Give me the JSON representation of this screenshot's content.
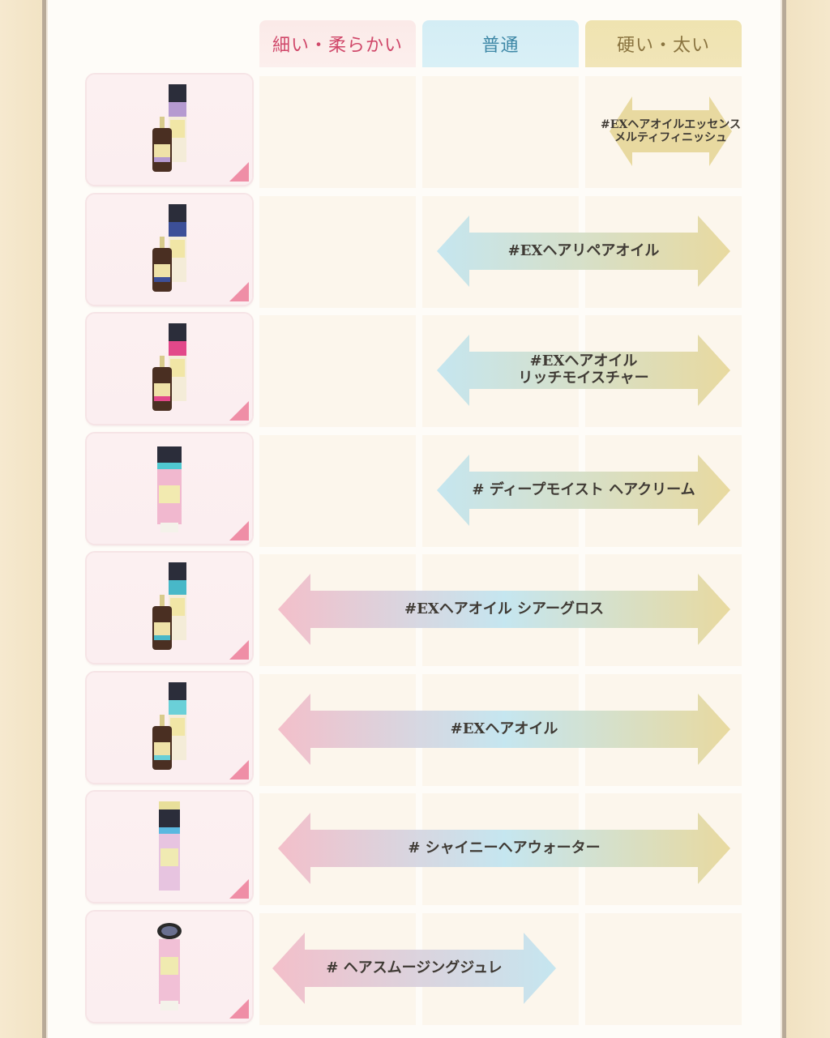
{
  "header": {
    "columns": [
      {
        "label": "細い・柔らかい",
        "color": "#d0486a",
        "bg": "#fbeae8"
      },
      {
        "label": "普通",
        "color": "#3d87a6",
        "bg": "#d4edf5"
      },
      {
        "label": "硬い・太い",
        "color": "#8a7440",
        "bg": "#efe3b0"
      }
    ]
  },
  "rows": [
    {
      "product": "#EXヘアオイルエッセンス メルティフィニッシュ",
      "line1": "#EXヘアオイルエッセンス",
      "line2": "メルティフィニッシュ",
      "range": [
        "硬い・太い"
      ],
      "type": "bottle",
      "box_accent": "#b59ad0"
    },
    {
      "product": "#EXヘアリペアオイル",
      "line1": "#EXヘアリペアオイル",
      "line2": "",
      "range": [
        "普通",
        "硬い・太い"
      ],
      "type": "bottle",
      "box_accent": "#3c4f98"
    },
    {
      "product": "#EXヘアオイル リッチモイスチャー",
      "line1": "#EXヘアオイル",
      "line2": "リッチモイスチャー",
      "range": [
        "普通",
        "硬い・太い"
      ],
      "type": "bottle",
      "box_accent": "#e2488a"
    },
    {
      "product": "# ディープモイスト ヘアクリーム",
      "line1": "# ディープモイスト ヘアクリーム",
      "line2": "",
      "range": [
        "普通",
        "硬い・太い"
      ],
      "type": "tube",
      "box_accent": "#4fc8d0"
    },
    {
      "product": "#EXヘアオイル シアーグロス",
      "line1": "#EXヘアオイル シアーグロス",
      "line2": "",
      "range": [
        "細い・柔らかい",
        "普通",
        "硬い・太い"
      ],
      "type": "bottle",
      "box_accent": "#48b8c8"
    },
    {
      "product": "#EXヘアオイル",
      "line1": "#EXヘアオイル",
      "line2": "",
      "range": [
        "細い・柔らかい",
        "普通",
        "硬い・太い"
      ],
      "type": "bottle",
      "box_accent": "#6ad0d8"
    },
    {
      "product": "# シャイニーヘアウォーター",
      "line1": "# シャイニーヘアウォーター",
      "line2": "",
      "range": [
        "細い・柔らかい",
        "普通",
        "硬い・太い"
      ],
      "type": "spray",
      "box_accent": "#5ab8e0"
    },
    {
      "product": "# ヘアスムージングジュレ",
      "line1": "# ヘアスムージングジュレ",
      "line2": "",
      "range": [
        "細い・柔らかい",
        "普通"
      ],
      "type": "jar",
      "box_accent": "#2a2a2a"
    }
  ],
  "colors": {
    "pink": "#f2b9c6",
    "blue": "#bfe4f0",
    "gold": "#e6d697",
    "card_corner": "#ef8ea6",
    "panel_bg": "#fefcf8",
    "outer_bg": "#f4e7cb"
  }
}
